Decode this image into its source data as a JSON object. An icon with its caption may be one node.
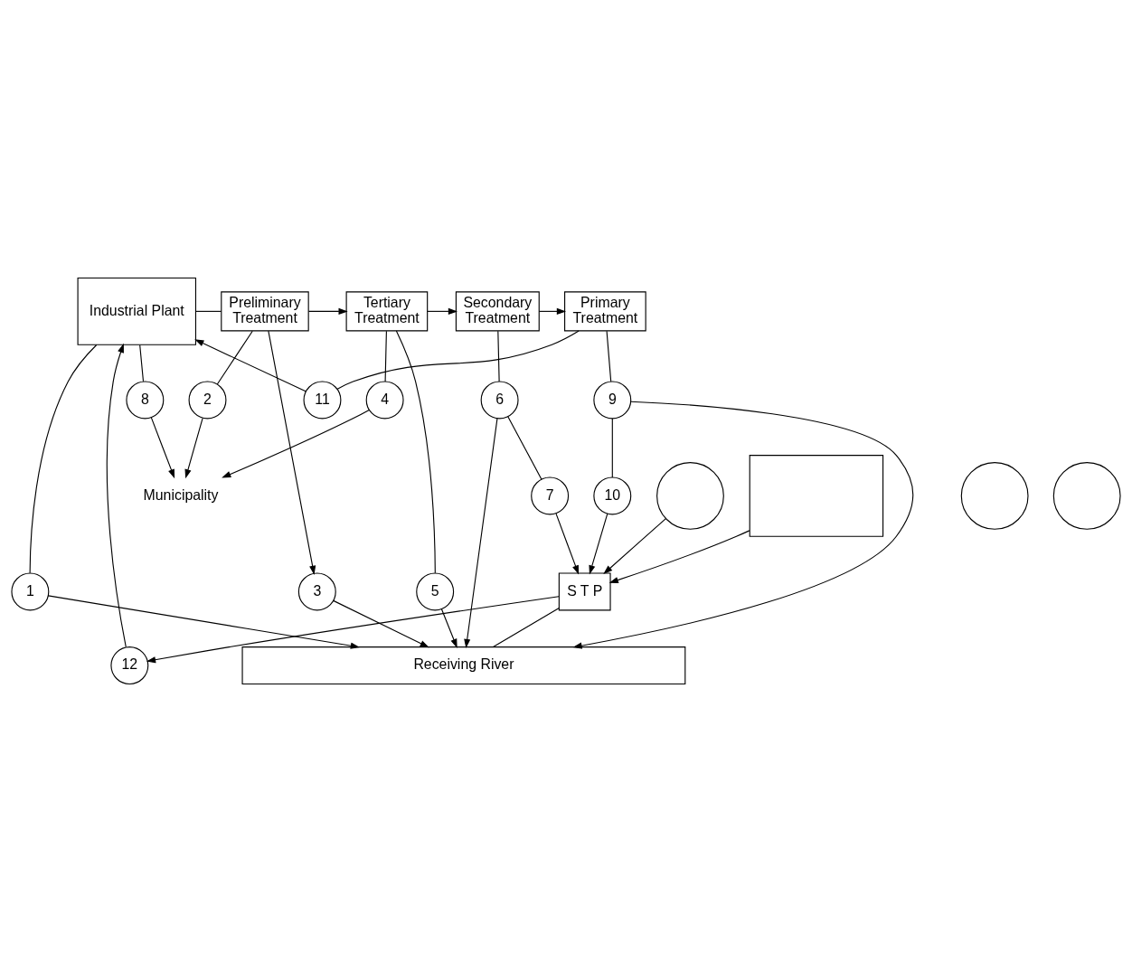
{
  "diagram": {
    "nodes": [
      {
        "text": [
          "Primary",
          "Treatment"
        ]
      },
      {
        "text": [
          "Secondary",
          "Treatment"
        ]
      },
      {
        "text": [
          "Tertiary",
          "Treatment"
        ]
      },
      {
        "text": [
          "Preliminary",
          "Treatment"
        ]
      },
      {
        "text": [
          "Industrial Plant"
        ]
      },
      {
        "text": [
          "Municipality"
        ]
      },
      {
        "text": [],
        "shape": "circle"
      },
      {
        "text": [],
        "shape": "circle"
      },
      {
        "text": [],
        "shape": "circle"
      },
      {
        "text": [],
        "shape": "box"
      },
      {
        "text": [
          "S T P"
        ]
      },
      {
        "text": [
          "Receiving River"
        ]
      },
      {
        "text": [
          "1"
        ]
      },
      {
        "text": [
          "2"
        ]
      },
      {
        "text": [
          "3"
        ]
      },
      {
        "text": [
          "4"
        ]
      },
      {
        "text": [
          "5"
        ]
      },
      {
        "text": [
          "6"
        ]
      },
      {
        "text": [
          "7"
        ]
      },
      {
        "text": [
          "8"
        ]
      },
      {
        "text": [
          "9"
        ]
      },
      {
        "text": [
          "10"
        ]
      },
      {
        "text": [
          "11"
        ]
      },
      {
        "text": [
          "12"
        ]
      }
    ],
    "edges": [
      {
        "from": 4,
        "to": 3,
        "arrow": "none"
      },
      {
        "from": 3,
        "to": 2,
        "arrow": "to"
      },
      {
        "from": 2,
        "to": 1,
        "arrow": "to"
      },
      {
        "from": 1,
        "to": 0,
        "arrow": "to"
      },
      {
        "from": 4,
        "to": 12,
        "arrow": "none"
      },
      {
        "from": 12,
        "to": 11,
        "arrow": "to"
      },
      {
        "from": 3,
        "to": 13,
        "arrow": "none"
      },
      {
        "from": 13,
        "to": 5,
        "arrow": "to"
      },
      {
        "from": 3,
        "to": 14,
        "arrow": "to"
      },
      {
        "from": 14,
        "to": 11,
        "arrow": "to"
      },
      {
        "from": 2,
        "to": 15,
        "arrow": "none"
      },
      {
        "from": 15,
        "to": 5,
        "arrow": "to"
      },
      {
        "from": 2,
        "to": 16,
        "arrow": "none"
      },
      {
        "from": 16,
        "to": 11,
        "arrow": "to"
      },
      {
        "from": 1,
        "to": 17,
        "arrow": "none"
      },
      {
        "from": 17,
        "to": 11,
        "arrow": "to"
      },
      {
        "from": 17,
        "to": 18,
        "arrow": "none"
      },
      {
        "from": 18,
        "to": 10,
        "arrow": "to"
      },
      {
        "from": 4,
        "to": 19,
        "arrow": "none"
      },
      {
        "from": 19,
        "to": 5,
        "arrow": "to"
      },
      {
        "from": 0,
        "to": 20,
        "arrow": "none"
      },
      {
        "from": 20,
        "to": 11,
        "arrow": "to"
      },
      {
        "from": 20,
        "to": 21,
        "arrow": "none"
      },
      {
        "from": 21,
        "to": 10,
        "arrow": "to"
      },
      {
        "from": 0,
        "to": 22,
        "arrow": "none"
      },
      {
        "from": 22,
        "to": 4,
        "arrow": "to"
      },
      {
        "from": 6,
        "to": 10,
        "arrow": "to"
      },
      {
        "from": 9,
        "to": 10,
        "arrow": "to"
      },
      {
        "from": 10,
        "to": 23,
        "arrow": "to"
      },
      {
        "from": 23,
        "to": 4,
        "arrow": "to"
      },
      {
        "from": 10,
        "to": 11,
        "arrow": "none"
      }
    ]
  }
}
